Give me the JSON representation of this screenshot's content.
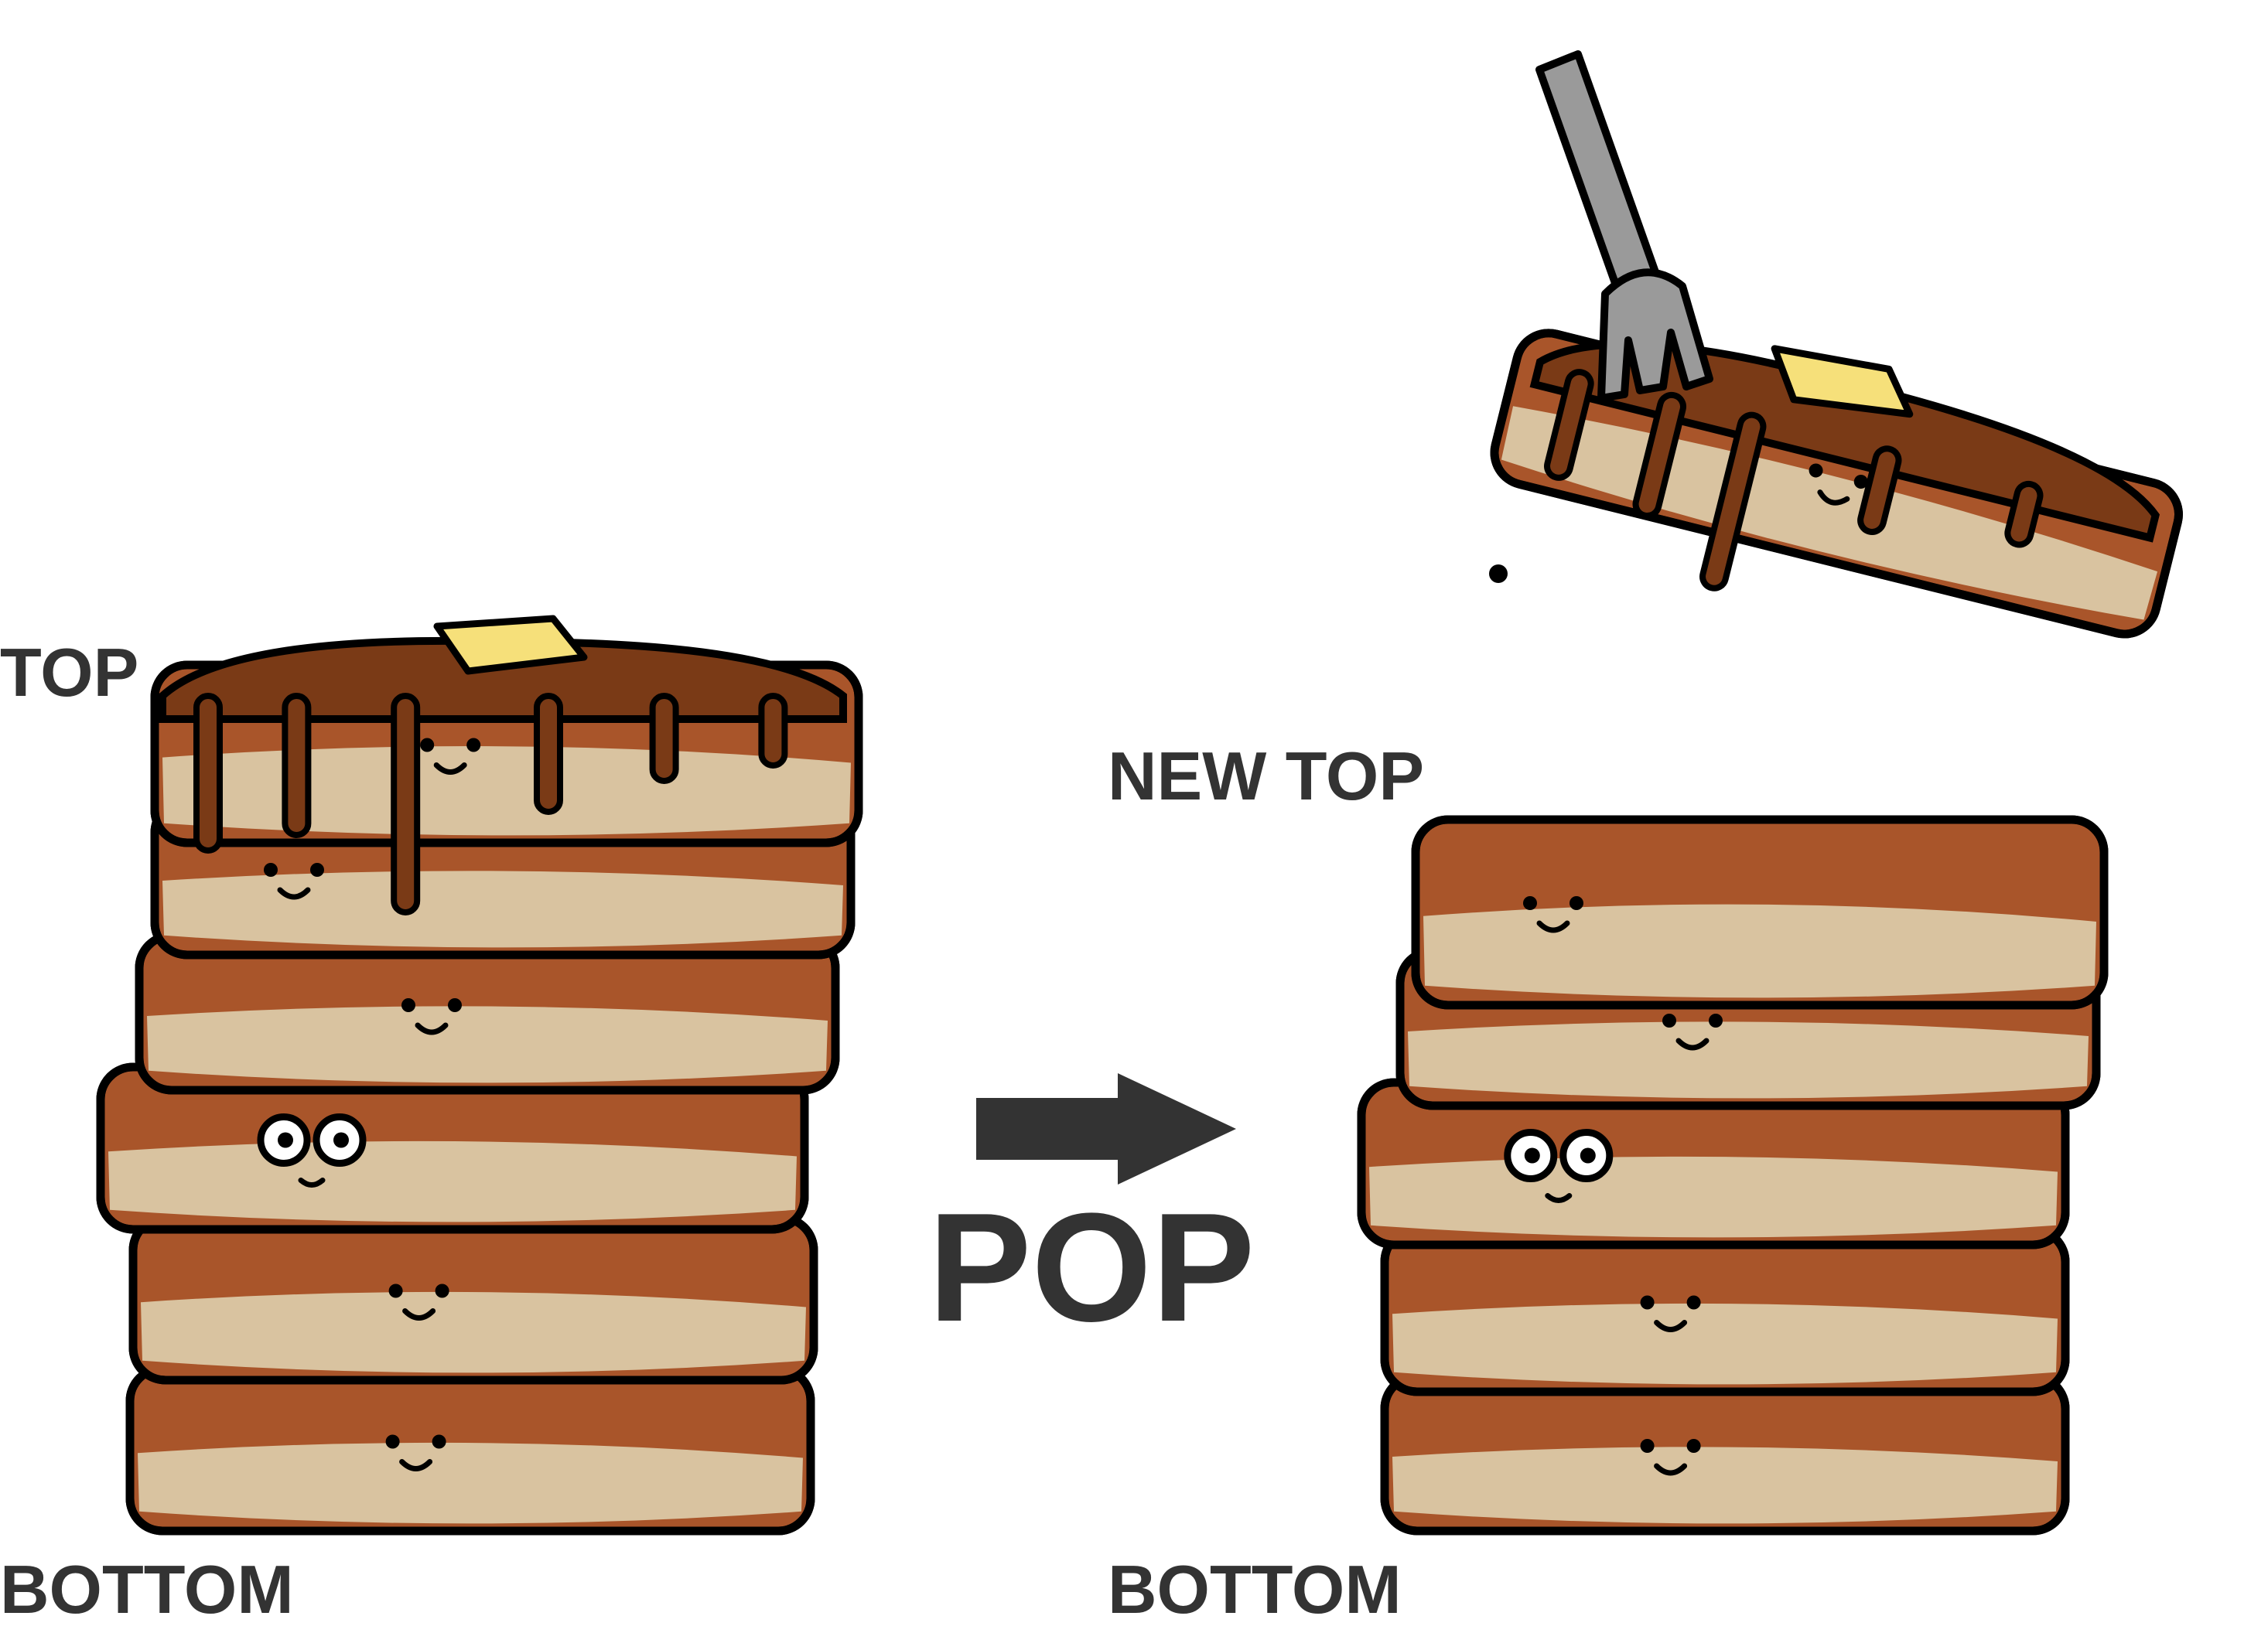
{
  "labels": {
    "top": "TOP",
    "bottom_left": "BOTTOM",
    "operation": "POP",
    "new_top": "NEW TOP",
    "bottom_right": "BOTTOM"
  },
  "colors": {
    "pancake_brown": "#a9552a",
    "pancake_tan": "#d9c3a0",
    "syrup": "#7a3a16",
    "butter": "#f6e07a",
    "outline": "#000000",
    "arrow": "#333333",
    "fork": "#9a9a9a",
    "label_text": "#333333"
  },
  "diagram": {
    "left_stack_pancakes": 6,
    "right_stack_pancakes": 5,
    "icons": [
      "pancake-icon",
      "syrup-icon",
      "butter-icon",
      "fork-icon",
      "arrow-right-icon"
    ]
  }
}
